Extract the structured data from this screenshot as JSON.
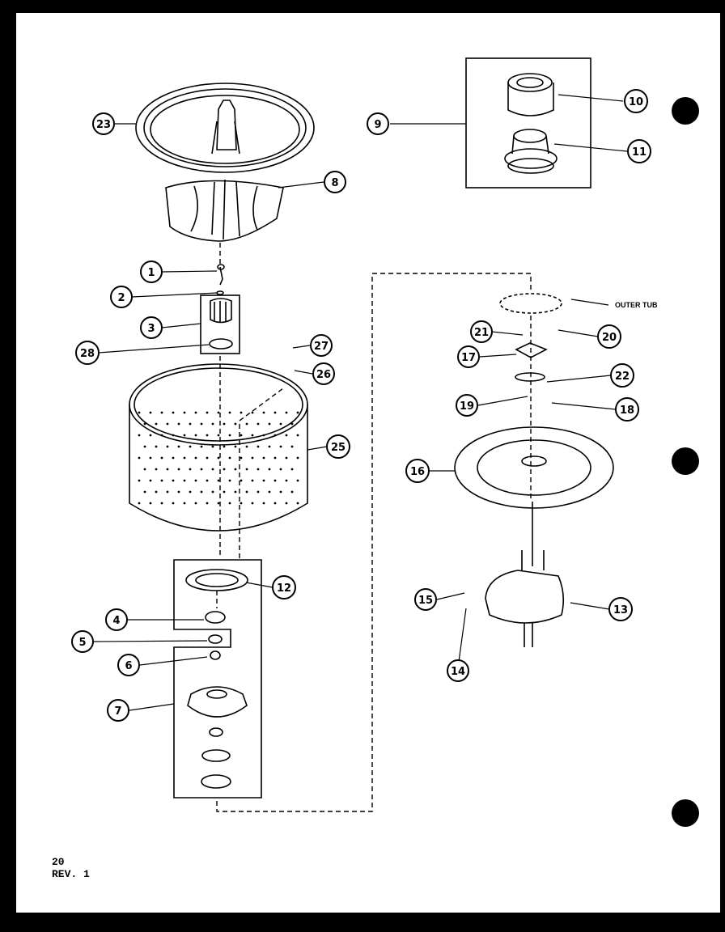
{
  "callouts": {
    "c1": "1",
    "c2": "2",
    "c3": "3",
    "c4": "4",
    "c5": "5",
    "c6": "6",
    "c7": "7",
    "c8": "8",
    "c9": "9",
    "c10": "10",
    "c11": "11",
    "c12": "12",
    "c13": "13",
    "c14": "14",
    "c15": "15",
    "c16": "16",
    "c17": "17",
    "c18": "18",
    "c19": "19",
    "c20": "20",
    "c21": "21",
    "c22": "22",
    "c23": "23",
    "c25": "25",
    "c26": "26",
    "c27": "27",
    "c28": "28"
  },
  "notes": {
    "outer_tub": "OUTER TUB"
  },
  "footer": {
    "page_number": "20",
    "revision": "REV. 1"
  },
  "colors": {
    "ink": "#000000",
    "paper": "#ffffff",
    "frame": "#000000"
  }
}
